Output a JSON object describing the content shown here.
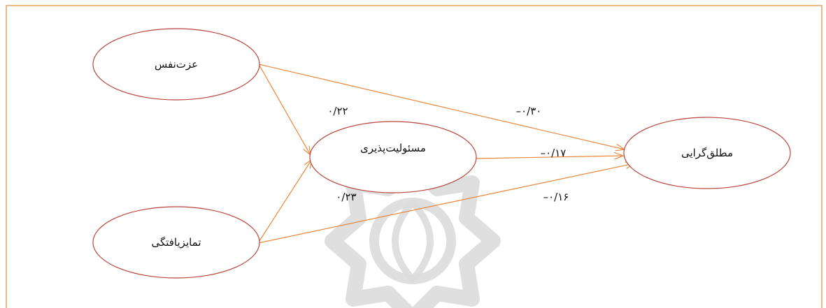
{
  "colors": {
    "frame": "#e08a3c",
    "arrow": "#e8873a",
    "node_border": "#b8443a",
    "watermark": "#dcdcdc"
  },
  "nodes": {
    "self_esteem": "عزت‌نفس",
    "responsibility": "مسئولیت‌پذیری",
    "differentiation": "تمایزیافتگی",
    "perfectionism": "مطلق‌گرایی"
  },
  "coefficients": {
    "self_esteem_to_responsibility": "۰/۲۲",
    "differentiation_to_responsibility": "۰/۲۳",
    "self_esteem_to_perfectionism": "–۰/۳۰",
    "responsibility_to_perfectionism": "–۰/۱۷",
    "differentiation_to_perfectionism": "–۰/۱۶"
  }
}
